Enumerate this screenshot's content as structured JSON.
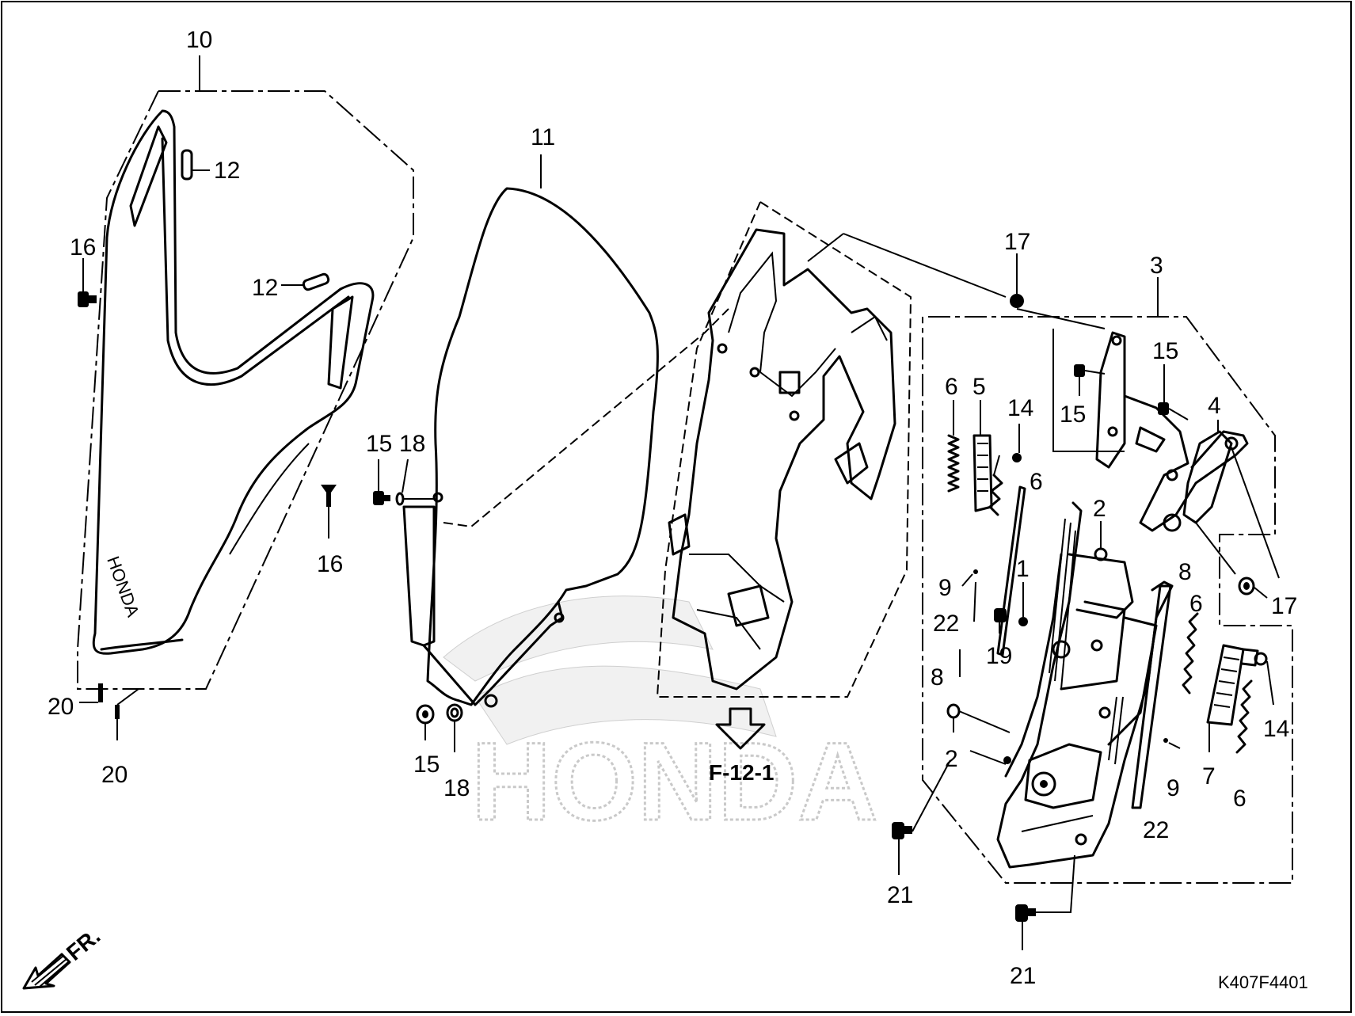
{
  "diagram": {
    "drawing_code": "K407F4401",
    "ref_label": "F-12-1",
    "front_label": "FR.",
    "watermark": "HONDA",
    "cover_logo": "HONDA"
  },
  "callouts": {
    "c10": "10",
    "c11": "11",
    "c12a": "12",
    "c12b": "12",
    "c16a": "16",
    "c16b": "16",
    "c20a": "20",
    "c20b": "20",
    "c15a": "15",
    "c18a": "18",
    "c15b": "15",
    "c18b": "18",
    "c17a": "17",
    "c17b": "17",
    "c3": "3",
    "c15c": "15",
    "c15d": "15",
    "c4": "4",
    "c6a": "6",
    "c5": "5",
    "c14a": "14",
    "c6b": "6",
    "c2a": "2",
    "c9a": "9",
    "c22a": "22",
    "c1": "1",
    "c19": "19",
    "c8a": "8",
    "c8b": "8",
    "c6c": "6",
    "c2b": "2",
    "c9b": "9",
    "c7": "7",
    "c6d": "6",
    "c14b": "14",
    "c22b": "22",
    "c21a": "21",
    "c21b": "21"
  }
}
